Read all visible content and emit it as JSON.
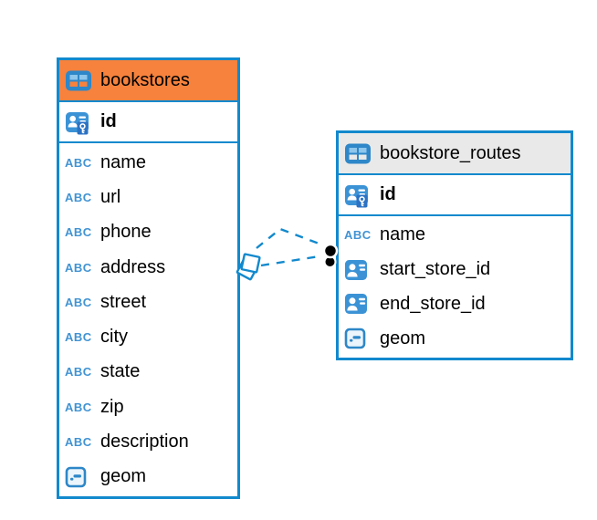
{
  "diagram": {
    "tables": [
      {
        "name": "bookstores",
        "header_color": "#f6823d",
        "primary_key": {
          "name": "id"
        },
        "columns": [
          {
            "name": "name",
            "type": "text"
          },
          {
            "name": "url",
            "type": "text"
          },
          {
            "name": "phone",
            "type": "text"
          },
          {
            "name": "address",
            "type": "text"
          },
          {
            "name": "street",
            "type": "text"
          },
          {
            "name": "city",
            "type": "text"
          },
          {
            "name": "state",
            "type": "text"
          },
          {
            "name": "zip",
            "type": "text"
          },
          {
            "name": "description",
            "type": "text"
          },
          {
            "name": "geom",
            "type": "geometry"
          }
        ]
      },
      {
        "name": "bookstore_routes",
        "header_color": "#e9e9e9",
        "primary_key": {
          "name": "id"
        },
        "columns": [
          {
            "name": "name",
            "type": "text"
          },
          {
            "name": "start_store_id",
            "type": "reference"
          },
          {
            "name": "end_store_id",
            "type": "reference"
          },
          {
            "name": "geom",
            "type": "geometry"
          }
        ]
      }
    ],
    "relationship": {
      "from_table": "bookstores",
      "to_table": "bookstore_routes",
      "line_style": "dashed",
      "line_count": 2,
      "source_marker": "overlapping-diamonds",
      "target_marker": "black-dots"
    }
  },
  "icons": {
    "text_type_label": "ABC"
  },
  "colors": {
    "border_blue": "#1289cd",
    "bookstores_header": "#f6823d",
    "routes_header": "#e9e9e9",
    "icon_blue": "#2e87c8",
    "icon_light_blue": "#8ec6ec",
    "key_icon_fill": "#3b93d6",
    "key_overlay": "#2b72c4",
    "abc_icon_blue": "#4193d3",
    "relationship_line": "#1289cd"
  }
}
